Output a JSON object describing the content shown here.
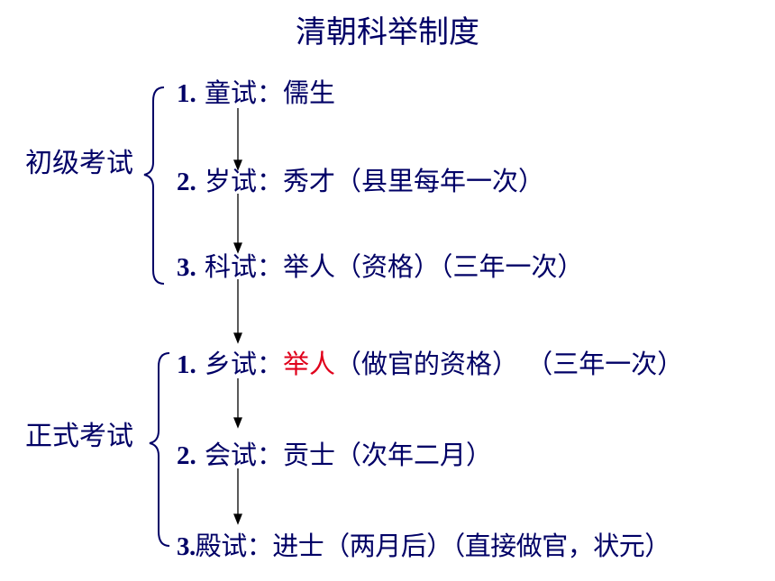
{
  "title": "清朝科举制度",
  "groups": [
    {
      "label": "初级考试",
      "items": [
        {
          "num": "1.",
          "name": "童试",
          "sep": "：",
          "result": "儒生",
          "result_tail": ""
        },
        {
          "num": "2.",
          "name": "岁试",
          "sep": "：",
          "result": "秀才",
          "result_tail": "（县里每年一次）"
        },
        {
          "num": "3.",
          "name": "科试",
          "sep": "：",
          "result": "举人",
          "result_tail": "（资格）（三年一次）"
        }
      ]
    },
    {
      "label": "正式考试",
      "items": [
        {
          "num": "1.",
          "name": "乡试",
          "sep": "：",
          "result": "举人",
          "result_tail": "（做官的资格） （三年一次）"
        },
        {
          "num": "2.",
          "name": "会试",
          "sep": "：",
          "result": "贡士",
          "result_tail": "（次年二月）"
        },
        {
          "num": "3.",
          "name": "殿试",
          "sep": "：",
          "result": "进士",
          "result_tail": "（两月后）（直接做官，状元）"
        }
      ]
    }
  ],
  "colors": {
    "text": "#000066",
    "highlight": "#e0001b",
    "line": "#000000"
  }
}
